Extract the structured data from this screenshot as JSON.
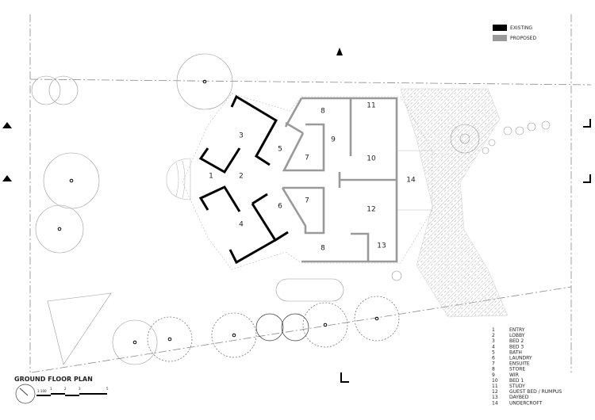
{
  "title": "GROUND FLOOR PLAN",
  "scale": {
    "ratio": "1:100",
    "ticks": [
      "1",
      "2",
      "3",
      "5"
    ]
  },
  "legend": [
    {
      "label": "EXISTING",
      "color": "#000000"
    },
    {
      "label": "PROPOSED",
      "color": "#9a9a9a"
    }
  ],
  "rooms": [
    {
      "num": "1",
      "name": "ENTRY"
    },
    {
      "num": "2",
      "name": "LOBBY"
    },
    {
      "num": "3",
      "name": "BED 2"
    },
    {
      "num": "4",
      "name": "BED 3"
    },
    {
      "num": "5",
      "name": "BATH"
    },
    {
      "num": "6",
      "name": "LAUNDRY"
    },
    {
      "num": "7",
      "name": "ENSUITE"
    },
    {
      "num": "8",
      "name": "STORE"
    },
    {
      "num": "9",
      "name": "WIR"
    },
    {
      "num": "10",
      "name": "BED 1"
    },
    {
      "num": "11",
      "name": "STUDY"
    },
    {
      "num": "12",
      "name": "GUEST BED / RUMPUS"
    },
    {
      "num": "13",
      "name": "DAYBED"
    },
    {
      "num": "14",
      "name": "UNDERCROFT"
    }
  ],
  "plan_labels": [
    "1",
    "2",
    "3",
    "4",
    "5",
    "6",
    "7",
    "7",
    "8",
    "8",
    "9",
    "10",
    "11",
    "12",
    "13",
    "14"
  ]
}
